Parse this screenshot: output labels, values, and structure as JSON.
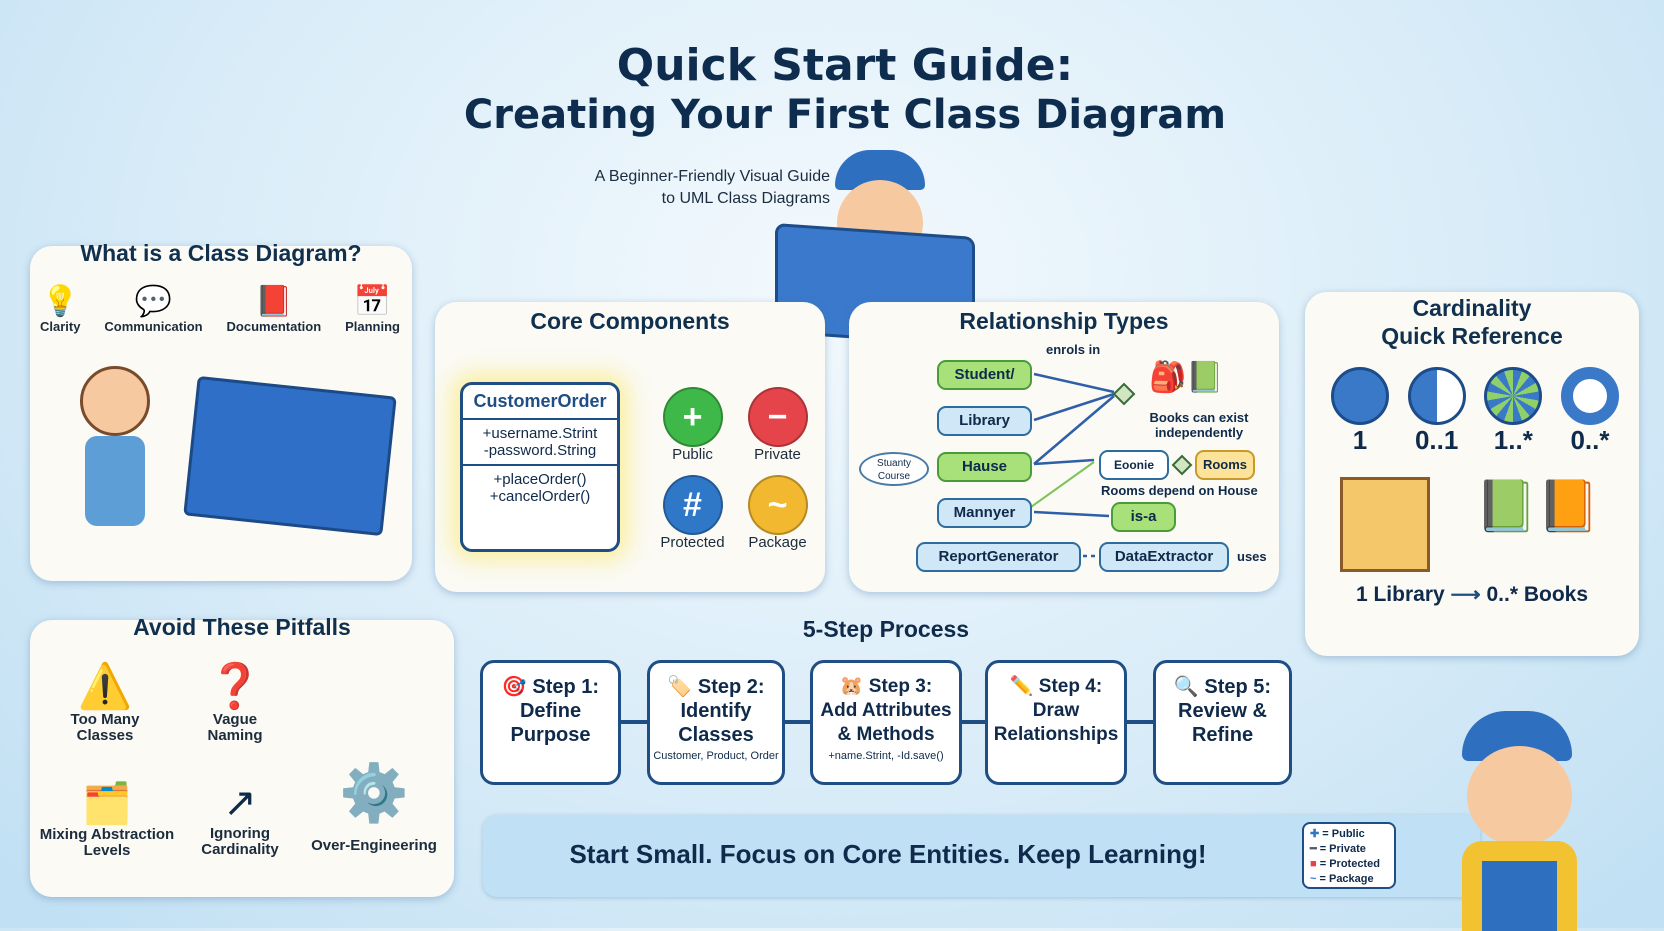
{
  "header": {
    "title_line1": "Quick Start Guide:",
    "title_line2": "Creating Your First Class Diagram",
    "subtitle_line1": "A Beginner-Friendly Visual Guide",
    "subtitle_line2": "to UML Class Diagrams"
  },
  "what_is": {
    "title": "What is a Class Diagram?",
    "items": [
      {
        "label": "Clarity",
        "icon": "lightbulb-icon"
      },
      {
        "label": "Communication",
        "icon": "speech-bubble-icon"
      },
      {
        "label": "Documentation",
        "icon": "book-icon"
      },
      {
        "label": "Planning",
        "icon": "calendar-check-icon"
      }
    ]
  },
  "core": {
    "title": "Core Components",
    "class_name": "CustomerOrder",
    "attributes": [
      "+username.Strint",
      "-password.String"
    ],
    "methods": [
      "+placeOrder()",
      "+cancelOrder()"
    ],
    "modifiers": [
      {
        "label": "Public",
        "symbol": "+",
        "color": "#3fb84a"
      },
      {
        "label": "Private",
        "symbol": "−",
        "color": "#e5454a"
      },
      {
        "label": "Protected",
        "symbol": "#",
        "color": "#2f78c8"
      },
      {
        "label": "Package",
        "symbol": "~",
        "color": "#f2b830"
      }
    ]
  },
  "relationships": {
    "title": "Relationship Types",
    "nodes": [
      "Student/",
      "Library",
      "Hause",
      "Mannyer",
      "ReportGenerator",
      "DataExtractor",
      "is-a",
      "Eoonie",
      "Rooms"
    ],
    "bubble": "Stuanty Course",
    "labels": {
      "enrols": "enrols in",
      "books": "Books can exist independently",
      "rooms": "Rooms depend on House",
      "uses": "uses"
    }
  },
  "cardinality": {
    "title_line1": "Cardinality",
    "title_line2": "Quick Reference",
    "items": [
      "1",
      "0..1",
      "1..*",
      "0..*"
    ],
    "example_left": "1 Library",
    "example_right": "0..* Books"
  },
  "pitfalls": {
    "title": "Avoid These Pitfalls",
    "items": [
      {
        "l1": "Too Many",
        "l2": "Classes"
      },
      {
        "l1": "Vague",
        "l2": "Naming"
      },
      {
        "l1": "Mixing Abstraction",
        "l2": "Levels"
      },
      {
        "l1": "Ignoring",
        "l2": "Cardinality"
      },
      {
        "l1": "Over-Engineering",
        "l2": ""
      }
    ]
  },
  "process": {
    "title": "5-Step Process",
    "steps": [
      {
        "head": "Step 1:",
        "l1": "Define",
        "l2": "Purpose",
        "note": "",
        "icon": "target-icon"
      },
      {
        "head": "Step 2:",
        "l1": "Identify",
        "l2": "Classes",
        "note": "Customer, Product, Order",
        "icon": "tag-icon"
      },
      {
        "head": "Step 3:",
        "l1": "Add Attributes",
        "l2": "& Methods",
        "note": "+name.Strint, -Id.save()",
        "icon": "character-icon"
      },
      {
        "head": "Step 4:",
        "l1": "Draw",
        "l2": "Relationships",
        "note": "",
        "icon": "pencil-icon"
      },
      {
        "head": "Step 5:",
        "l1": "Review &",
        "l2": "Refine",
        "note": "",
        "icon": "magnifier-icon"
      }
    ]
  },
  "banner": {
    "text": "Start Small. Focus on Core Entities. Keep Learning!"
  },
  "legend": {
    "items": [
      "= Public",
      "= Private",
      "= Protected",
      "= Package"
    ]
  }
}
